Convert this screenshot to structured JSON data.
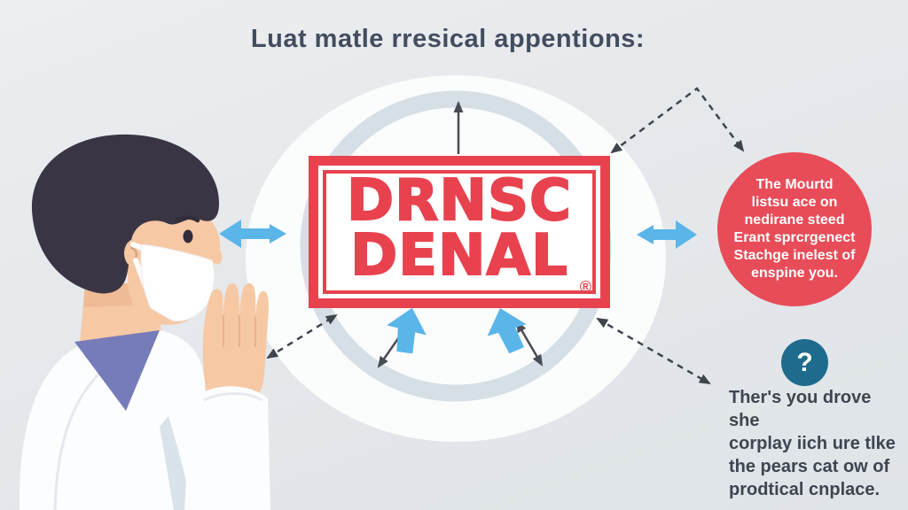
{
  "title": "Luat matle rresical appentions:",
  "stamp": {
    "line1": "DRNSC",
    "line2": "DENAL",
    "registered_mark": "®"
  },
  "red_bubble": {
    "lines": [
      "The Mourtd",
      "listsu ace on",
      "nedirane steed",
      "Erant sprcrgenect",
      "Stachge inelest of",
      "enspine you."
    ]
  },
  "help_note": {
    "icon": "?",
    "lines": [
      "Ther's you drove she",
      "corplay iich ure tlke",
      "the pears cat ow of",
      "prodtical cnplace."
    ]
  },
  "colors": {
    "background": "#e6e9ec",
    "accent_red": "#e8424f",
    "bubble_red": "#e84c58",
    "arrow_blue": "#5ab5e9",
    "arrow_dark": "#474c55",
    "dashed_dark": "#3f444d",
    "ring_gray": "#d5dfe5",
    "circle_white": "#fbfcfc",
    "question_badge_blue": "#1e6b8e",
    "title_text": "#424d5f",
    "note_text": "#3e4550",
    "skin": "#f6c8a4",
    "hair": "#3a3544",
    "collar_purple": "#767bba"
  }
}
